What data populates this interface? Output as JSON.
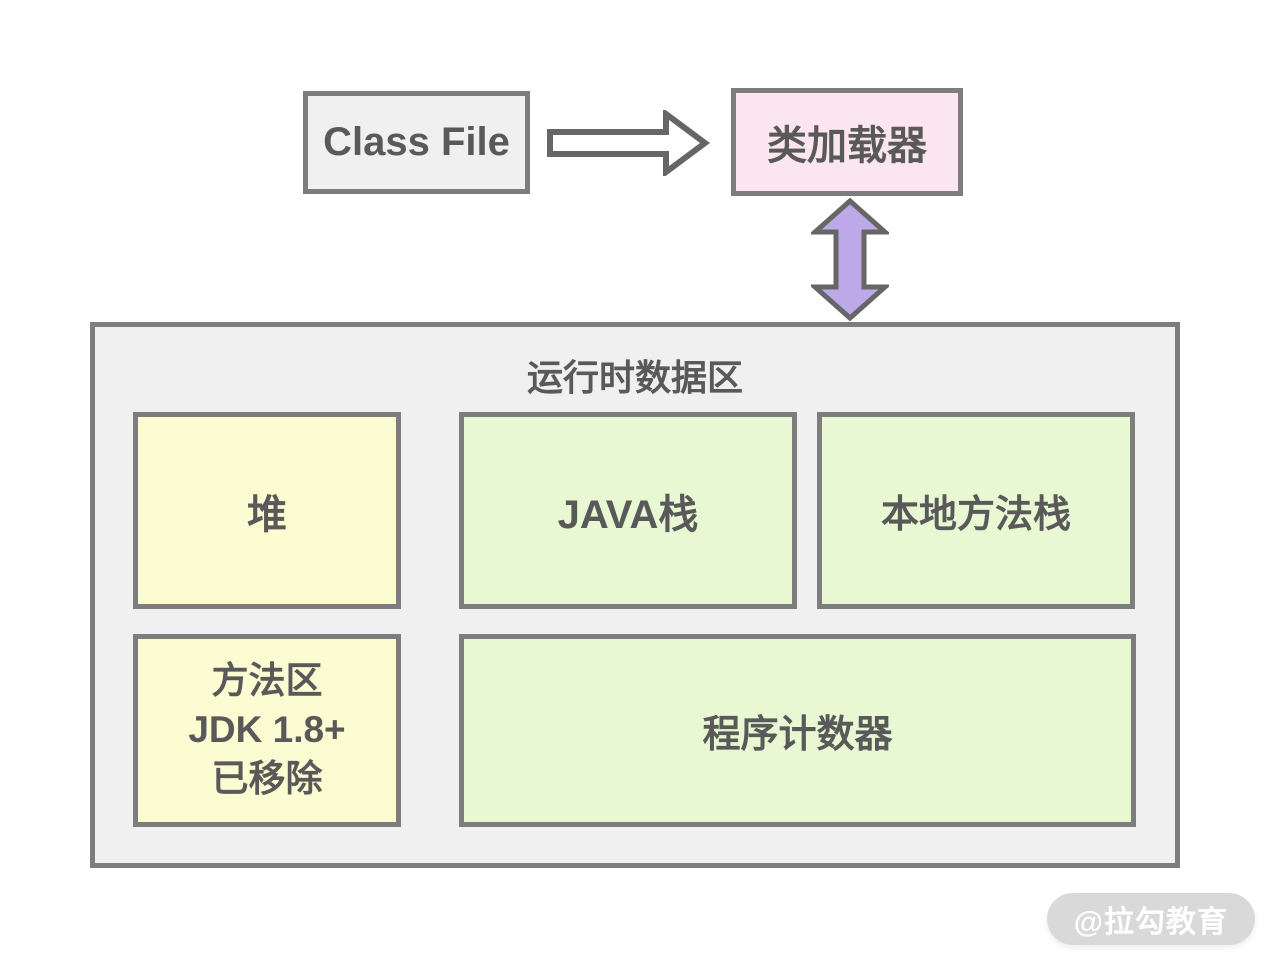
{
  "colors": {
    "box_gray": "#f0f0f0",
    "box_pink": "#fbe5ee",
    "box_yellow": "#fcfcd2",
    "box_green": "#e7f8d3",
    "arrow_purple": "#bda8e8",
    "arrow_outline": "#666666",
    "border_gray": "#7d7d7d",
    "text_gray": "#595959",
    "watermark_bg": "#d9d9d9",
    "watermark_text": "#ffffff"
  },
  "diagram": {
    "class_file_label": "Class File",
    "class_loader_label": "类加载器",
    "runtime_area": {
      "title": "运行时数据区",
      "heap_label": "堆",
      "java_stack_label": "JAVA栈",
      "native_method_stack_label": "本地方法栈",
      "method_area": {
        "line1": "方法区",
        "line2": "JDK 1.8+",
        "line3": "已移除"
      },
      "program_counter_label": "程序计数器"
    },
    "watermark_label": "@拉勾教育"
  }
}
